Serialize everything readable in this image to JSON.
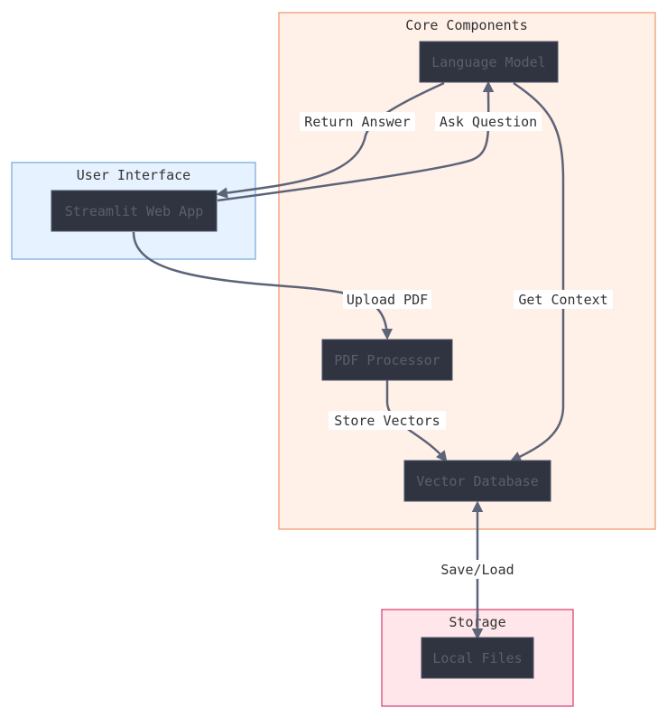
{
  "clusters": {
    "core": {
      "title": "Core Components",
      "fill": "#fff0e8",
      "stroke": "#f0956a"
    },
    "ui": {
      "title": "User Interface",
      "fill": "#e6f2ff",
      "stroke": "#6fa8dc"
    },
    "storage": {
      "title": "Storage",
      "fill": "#ffe6ea",
      "stroke": "#d9396a"
    }
  },
  "nodes": {
    "language_model": "Language Model",
    "streamlit_app": "Streamlit Web App",
    "pdf_processor": "PDF Processor",
    "vector_db": "Vector Database",
    "local_files": "Local Files"
  },
  "edges": {
    "return_answer": "Return Answer",
    "ask_question": "Ask Question",
    "upload_pdf": "Upload PDF",
    "get_context": "Get Context",
    "store_vectors": "Store Vectors",
    "save_load": "Save/Load"
  },
  "colors": {
    "node_fill": "#2f3440",
    "node_text": "#5a5f6b",
    "edge": "#5d6478"
  }
}
